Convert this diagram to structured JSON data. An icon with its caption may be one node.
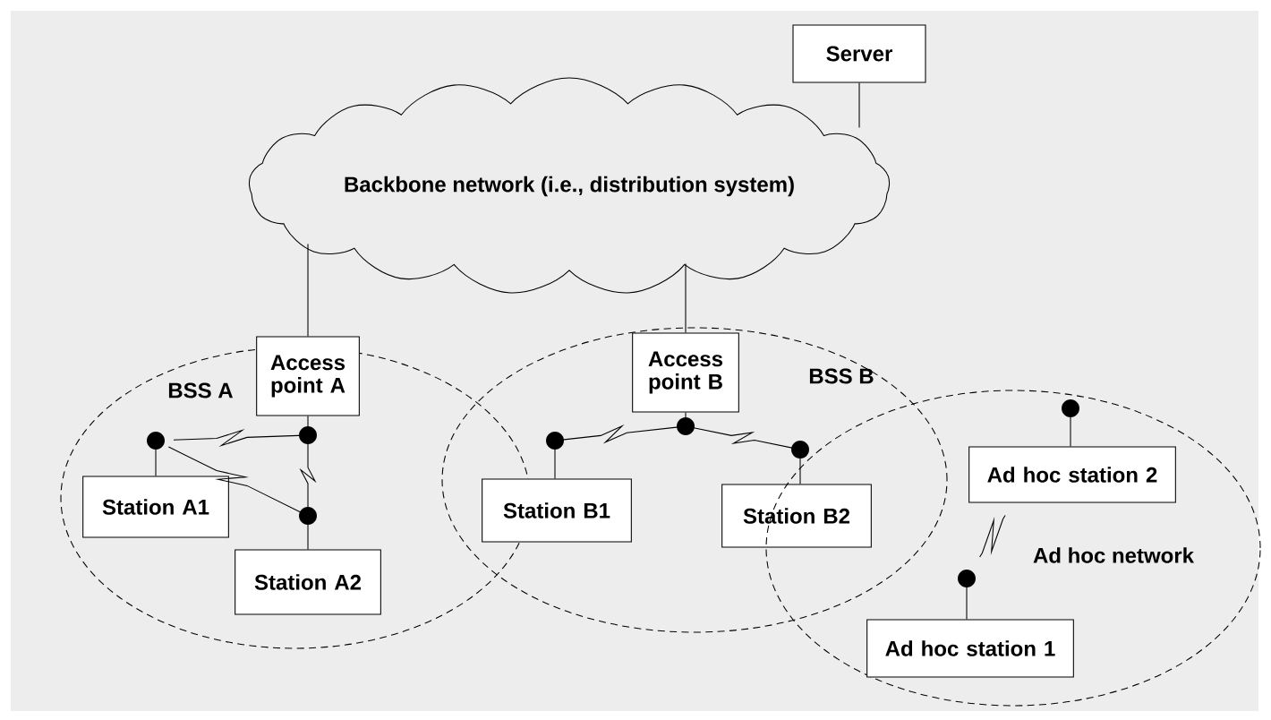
{
  "diagram": {
    "nodes": [
      {
        "text": [
          "Backbone network (i.e., distribution system)"
        ]
      },
      {
        "text": [
          "Server"
        ]
      },
      {
        "text": [
          "BSS A"
        ]
      },
      {
        "text": [
          "Access point A"
        ],
        "in": 2
      },
      {
        "text": [
          "Station A1"
        ],
        "in": 2
      },
      {
        "text": [
          "Station A2"
        ],
        "in": 2
      },
      {
        "text": [
          "BSS B"
        ]
      },
      {
        "text": [
          "Access point B"
        ],
        "in": 6
      },
      {
        "text": [
          "Station B1"
        ],
        "in": 6
      },
      {
        "text": [
          "Station B2"
        ],
        "in": 6
      },
      {
        "text": [
          "Ad hoc network"
        ]
      },
      {
        "text": [
          "Ad hoc station 2"
        ],
        "in": 10
      },
      {
        "text": [
          "Ad hoc station 1"
        ],
        "in": 10
      }
    ],
    "edges": [
      {
        "from": 1,
        "to": 0,
        "arrow": "none"
      },
      {
        "from": 3,
        "to": 0,
        "arrow": "none"
      },
      {
        "from": 7,
        "to": 0,
        "arrow": "none"
      },
      {
        "from": 4,
        "to": 3,
        "arrow": "none"
      },
      {
        "from": 4,
        "to": 5,
        "arrow": "none"
      },
      {
        "from": 3,
        "to": 5,
        "arrow": "none"
      },
      {
        "from": 8,
        "to": 7,
        "arrow": "none"
      },
      {
        "from": 7,
        "to": 9,
        "arrow": "none"
      },
      {
        "from": 12,
        "to": 11,
        "arrow": "none"
      }
    ]
  }
}
